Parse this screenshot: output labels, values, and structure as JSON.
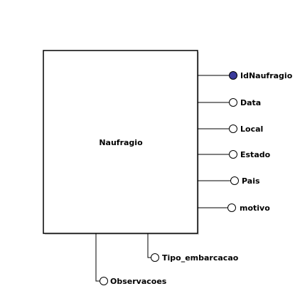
{
  "entity": {
    "name": "Naufragio"
  },
  "attributes": [
    {
      "name": "IdNaufragio",
      "is_key": true
    },
    {
      "name": "Data",
      "is_key": false
    },
    {
      "name": "Local",
      "is_key": false
    },
    {
      "name": "Estado",
      "is_key": false
    },
    {
      "name": "Pais",
      "is_key": false
    },
    {
      "name": "motivo",
      "is_key": false
    },
    {
      "name": "Tipo_embarcacao",
      "is_key": false
    },
    {
      "name": "Observacoes",
      "is_key": false
    }
  ],
  "colors": {
    "line": "#000000",
    "key_fill": "#3a3a9a",
    "attr_fill": "#ffffff",
    "background": "#ffffff"
  }
}
